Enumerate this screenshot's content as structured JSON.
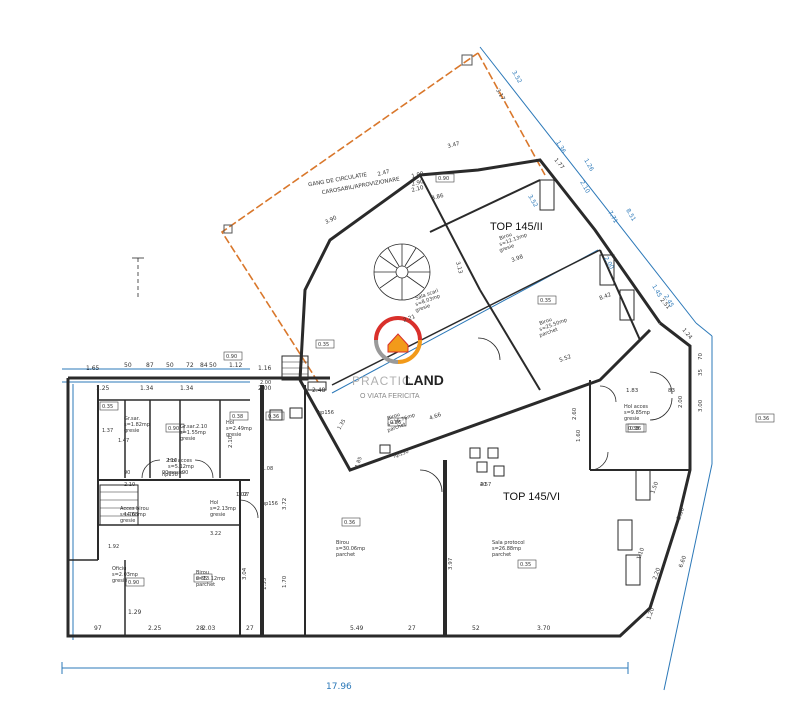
{
  "colors": {
    "wall": "#2a2a2a",
    "dimension": "#2b78b8",
    "boundary_orange": "#d9772b",
    "text": "#333333",
    "logo_red": "#d9302b",
    "logo_orange": "#f29a1a",
    "logo_gray": "#9a9a9a"
  },
  "units": [
    {
      "label": "TOP 145/II"
    },
    {
      "label": "TOP 145/VI"
    }
  ],
  "corridor_note": {
    "line1": "GANG DE CIRCULATIE",
    "line2": "CAROSABIL/APROVIZIONARE"
  },
  "logo": {
    "brand_prefix": "PRACTIC",
    "brand_main": "LAND",
    "tagline": "O VIATA FERICITA"
  },
  "total_dimension": "17.96",
  "rooms": [
    {
      "name": "Birou",
      "area": "s=12.13mp",
      "floor": "gresie"
    },
    {
      "name": "Birou",
      "area": "s=25.50mp",
      "floor": "parchet"
    },
    {
      "name": "Sala scari",
      "area": "s=8.03mp",
      "floor": "gresie"
    },
    {
      "name": "Birou",
      "area": "s=16.76mp",
      "floor": "parchet"
    },
    {
      "name": "Hol acces",
      "area": "s=9.85mp",
      "floor": "gresie"
    },
    {
      "name": "Sala protocol",
      "area": "s=26.88mp",
      "floor": "parchet"
    },
    {
      "name": "Birou",
      "area": "s=30.06mp",
      "floor": "parchet"
    },
    {
      "name": "Birou",
      "area": "s=13.12mp",
      "floor": "parchet"
    },
    {
      "name": "Hol",
      "area": "s=2.13mp",
      "floor": "gresie"
    },
    {
      "name": "Oficiu",
      "area": "s=2.03mp",
      "floor": "gresie"
    },
    {
      "name": "Hol acces",
      "area": "s=5.12mp",
      "floor": "gresie"
    },
    {
      "name": "Acces birou",
      "area": "s=4.08mp",
      "floor": "gresie"
    },
    {
      "name": "Hol",
      "area": "s=2.49mp",
      "floor": "gresie"
    },
    {
      "name": "Gr.sar.",
      "area": "s=1.55mp",
      "floor": "gresie"
    },
    {
      "name": "Gr.sar.",
      "area": "s=1.82mp",
      "floor": "gresie"
    }
  ],
  "bottom_dims": [
    "97",
    "1.29",
    "2.25",
    "28",
    "2.03",
    "27",
    "5.49",
    "27",
    "52",
    "3.70"
  ],
  "top_dims": [
    "1.65",
    "50",
    "87",
    "50",
    "72",
    "84",
    "50",
    "1.12"
  ],
  "second_dims": [
    "1.25",
    "1.34",
    "1.34",
    "1.16",
    "2.00",
    "2.48"
  ],
  "diag_dims": [
    "3.90",
    "2.47",
    "3.47",
    "3.17",
    "3.13",
    "3.98",
    "5.52",
    "2.90",
    "1.00",
    "2.10",
    "3.86",
    "8.42",
    "2.21",
    "4.66"
  ],
  "right_dims": [
    "1.83",
    "83",
    "2.00",
    "3.00",
    "70",
    "35",
    "1.50",
    "2.30",
    "1.10",
    "2.20",
    "6.60",
    "1.20",
    "1.24",
    "2.51",
    "1.77"
  ],
  "top_right_dims": [
    "3.52",
    "8.51",
    "1.36",
    "2.10",
    "7.71",
    "2.00",
    "1.45",
    "2.45",
    "3.52",
    "1.26"
  ],
  "vert_dims": [
    "3.72",
    "3.97",
    "1.70",
    "1.55",
    "2.10",
    "3.04",
    "2.60",
    "1.60"
  ],
  "inner_dims": [
    "3.22",
    "1.08",
    "1.07",
    "2.10",
    "2.10",
    "2.10",
    "90",
    "90",
    "90",
    "1.02",
    "1.47",
    "1.76",
    "1.92",
    "1.85",
    "1.37",
    "2.00",
    "2.57",
    "40",
    "1.35",
    "hp156",
    "hp158",
    "hp156",
    "hp150"
  ],
  "tags": [
    "0.90",
    "0.90",
    "0.35",
    "0.35",
    "0.38",
    "0.36",
    "0.35",
    "0.35",
    "0.90",
    "0.90",
    "0.35",
    "0.38",
    "0.36",
    "0.36",
    "0.36",
    "0.36"
  ]
}
